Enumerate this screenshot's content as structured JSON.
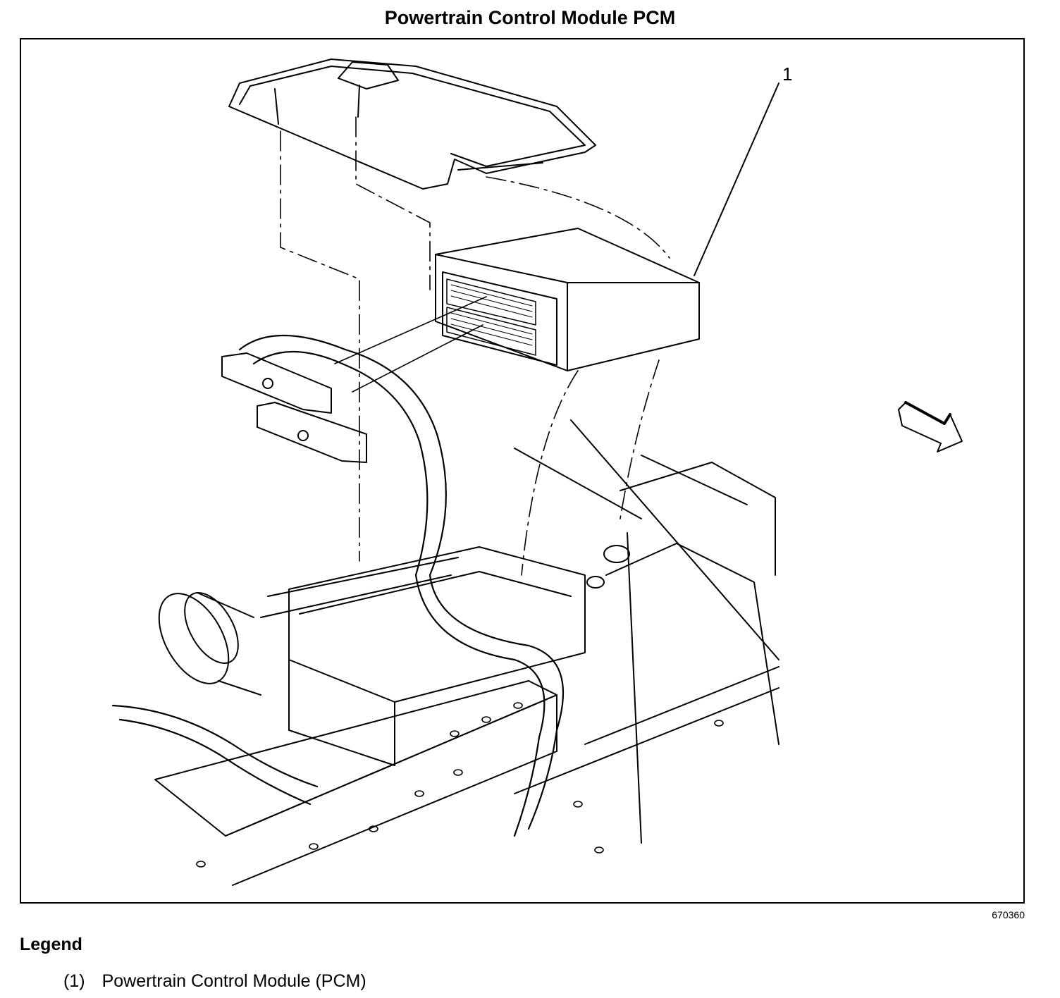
{
  "title": "Powertrain Control Module PCM",
  "callouts": [
    {
      "number": "1"
    }
  ],
  "figure_id": "670360",
  "legend": {
    "heading": "Legend",
    "items": [
      {
        "number": "(1)",
        "label": "Powertrain Control Module (PCM)"
      }
    ]
  },
  "colors": {
    "line": "#000000",
    "background": "#ffffff"
  }
}
